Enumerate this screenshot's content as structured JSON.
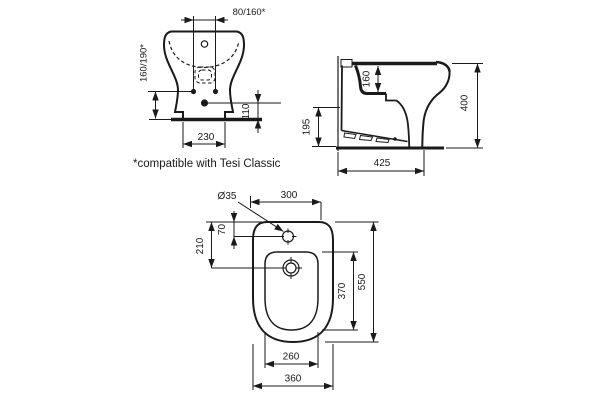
{
  "note": "*compatible with Tesi Classic",
  "colors": {
    "line": "#1a1a1a",
    "background": "#ffffff"
  },
  "front_view": {
    "dim_hole_spacing": "80/160*",
    "dim_fixing_height": "160/190*",
    "dim_inlet_height": "110",
    "dim_base_width": "230"
  },
  "side_view": {
    "dim_bowl_depth": "160",
    "dim_total_height": "400",
    "dim_underside_height": "195",
    "dim_total_depth": "425"
  },
  "plan_view": {
    "dim_tap_hole_diameter": "Ø35",
    "dim_back_width": "300",
    "dim_tap_hole_offset": "70",
    "dim_drain_offset": "210",
    "dim_bowl_length": "370",
    "dim_total_length": "550",
    "dim_bowl_width": "260",
    "dim_total_width": "360"
  }
}
